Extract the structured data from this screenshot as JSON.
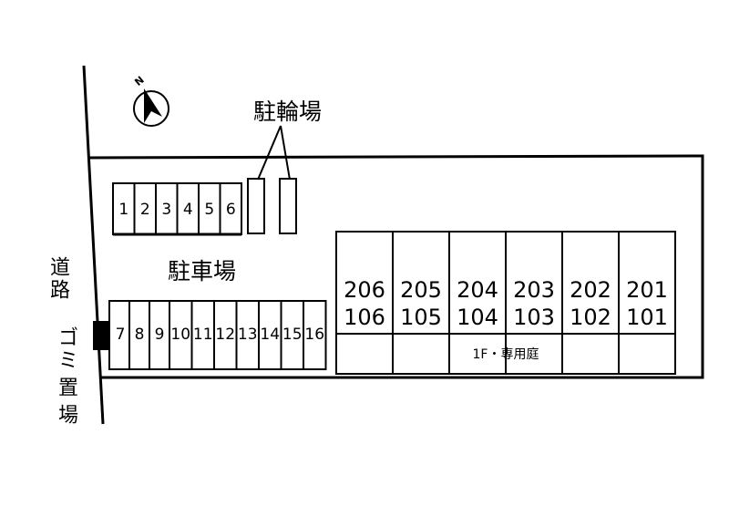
{
  "compass": {
    "label": "N",
    "icon": "north-arrow-icon"
  },
  "labels": {
    "bicycle_parking": "駐輪場",
    "car_parking": "駐車場",
    "road": [
      "道",
      "路"
    ],
    "garbage": [
      "ゴ",
      "ミ",
      "置",
      "場"
    ],
    "private_garden": "1F・専用庭"
  },
  "parking_row_top": [
    "1",
    "2",
    "3",
    "4",
    "5",
    "6"
  ],
  "parking_row_bottom": [
    "7",
    "8",
    "9",
    "10",
    "11",
    "12",
    "13",
    "14",
    "15",
    "16"
  ],
  "units": [
    {
      "upper": "206",
      "lower": "106"
    },
    {
      "upper": "205",
      "lower": "105"
    },
    {
      "upper": "204",
      "lower": "104"
    },
    {
      "upper": "203",
      "lower": "103"
    },
    {
      "upper": "202",
      "lower": "102"
    },
    {
      "upper": "201",
      "lower": "101"
    }
  ]
}
